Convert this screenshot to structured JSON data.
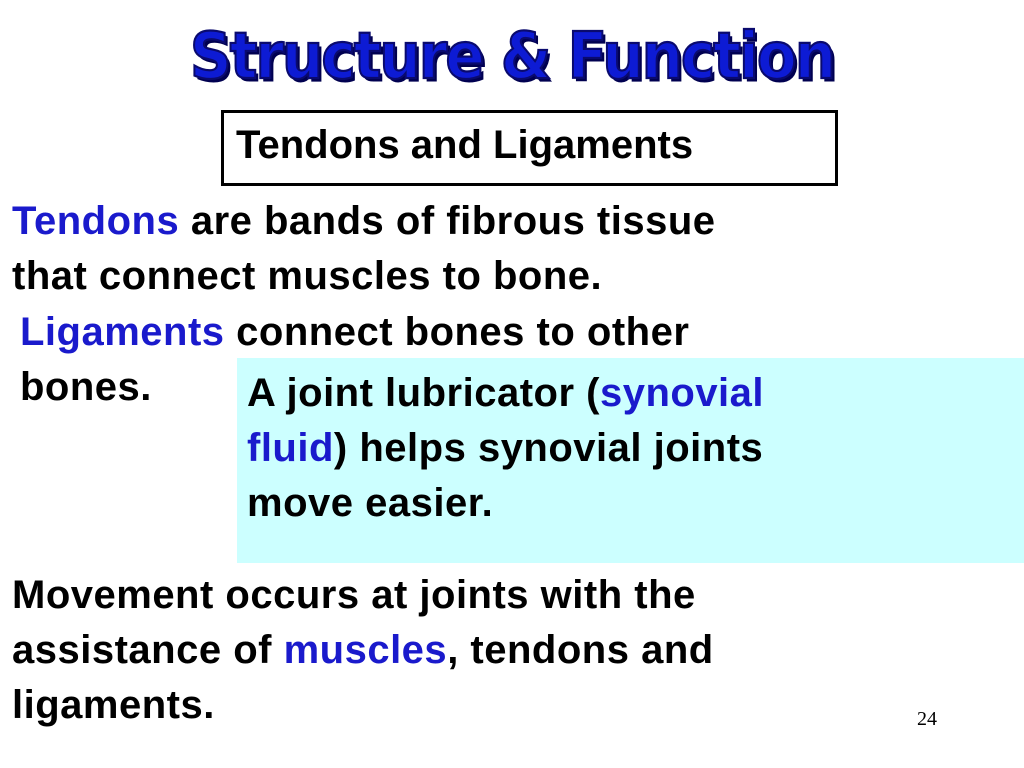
{
  "slide": {
    "title": "Structure & Function",
    "subtitle": "Tendons and Ligaments",
    "paragraph1": {
      "term": "Tendons",
      "line1_rest": " are bands of fibrous tissue",
      "line2": "that connect muscles to bone."
    },
    "paragraph2": {
      "term": "Ligaments",
      "line1_rest": " connect bones to other",
      "line2": "bones."
    },
    "callout": {
      "line1_start": "A joint lubricator (",
      "term_part1": "synovial",
      "term_part2": "fluid",
      "line2_rest": ") helps synovial joints",
      "line3": "move easier.",
      "background": "#ccffff"
    },
    "paragraph3": {
      "line1": "Movement occurs at joints with the",
      "line2_start": "assistance of ",
      "term": "muscles",
      "line2_rest": ", tendons and",
      "line3": "ligaments."
    },
    "page_number": "24",
    "colors": {
      "title": "#0d1bd4",
      "term": "#1a1acc"
    }
  }
}
